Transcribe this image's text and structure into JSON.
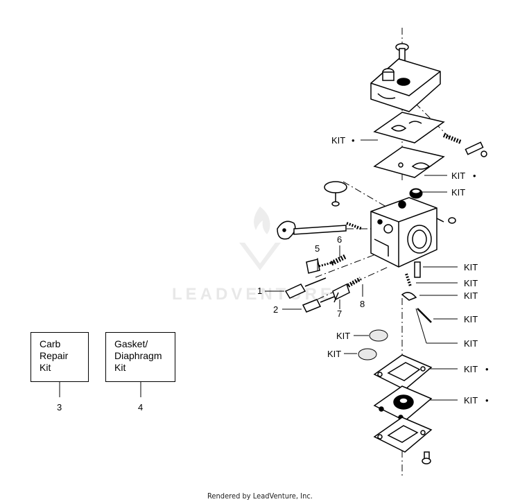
{
  "watermark": "LEADVENTURE",
  "footer": "Rendered by LeadVenture, Inc.",
  "boxes": [
    {
      "text": "Carb\nRepair\nKit",
      "number": "3"
    },
    {
      "text": "Gasket/\nDiaphragm\nKit",
      "number": "4"
    }
  ],
  "callouts": {
    "kit": "KIT",
    "bullet": "•",
    "n1": "1",
    "n2": "2",
    "n5": "5",
    "n6": "6",
    "n7": "7",
    "n8": "8"
  }
}
